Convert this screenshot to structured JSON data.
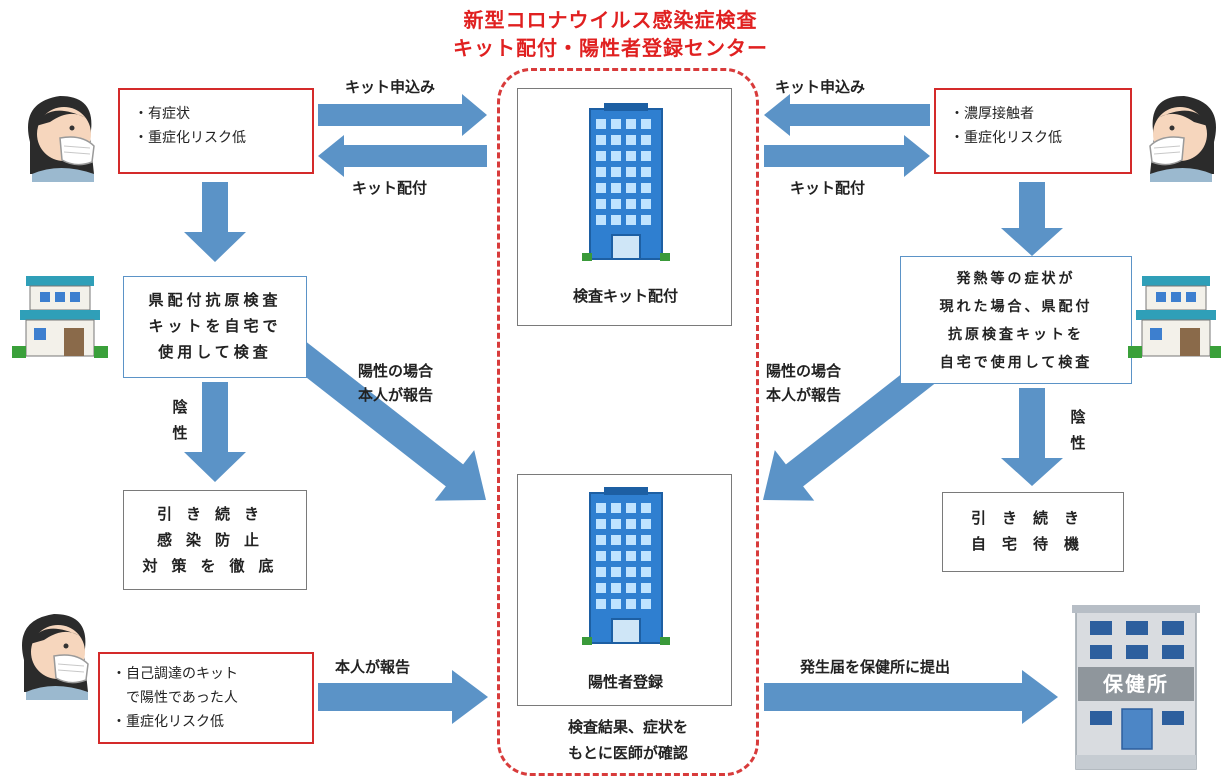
{
  "title": {
    "line1": "新型コロナウイルス感染症検査",
    "line2": "キット配付・陽性者登録センター"
  },
  "left_person_box": [
    "・有症状",
    "・重症化リスク低"
  ],
  "right_person_box": [
    "・濃厚接触者",
    "・重症化リスク低"
  ],
  "bottom_person_box": [
    "・自己調達のキット",
    "　で陽性であった人",
    "・重症化リスク低"
  ],
  "labels": {
    "kit_apply_left": "キット申込み",
    "kit_deliver_left": "キット配付",
    "kit_apply_right": "キット申込み",
    "kit_deliver_right": "キット配付",
    "positive_left_1": "陽性の場合",
    "positive_left_2": "本人が報告",
    "positive_right_1": "陽性の場合",
    "positive_right_2": "本人が報告",
    "negative_left": "陰性",
    "negative_right": "陰性",
    "self_report": "本人が報告",
    "submit_report": "発生届を保健所に提出"
  },
  "center": {
    "kit_center": "検査キット配付",
    "positive_registration": "陽性者登録",
    "doctor_check_1": "検査結果、症状を",
    "doctor_check_2": "もとに医師が確認"
  },
  "left_test_box": "県配付抗原検査\nキットを自宅で\n使用して検査",
  "left_negative_box": "引き続き\n感染防止\n対策を徹底",
  "right_test_box": "発熱等の症状が\n現れた場合、県配付\n抗原検査キットを\n自宅で使用して検査",
  "right_negative_box": "引き続き\n自宅待機",
  "health_center_sign": "保健所",
  "colors": {
    "arrow": "#5b93c7",
    "title_red": "#e02020",
    "box_red": "#d42a2a",
    "building_blue": "#2f7fd0"
  },
  "icons": [
    "woman-mask-icon",
    "house-icon",
    "office-building-icon",
    "health-center-building-icon"
  ]
}
